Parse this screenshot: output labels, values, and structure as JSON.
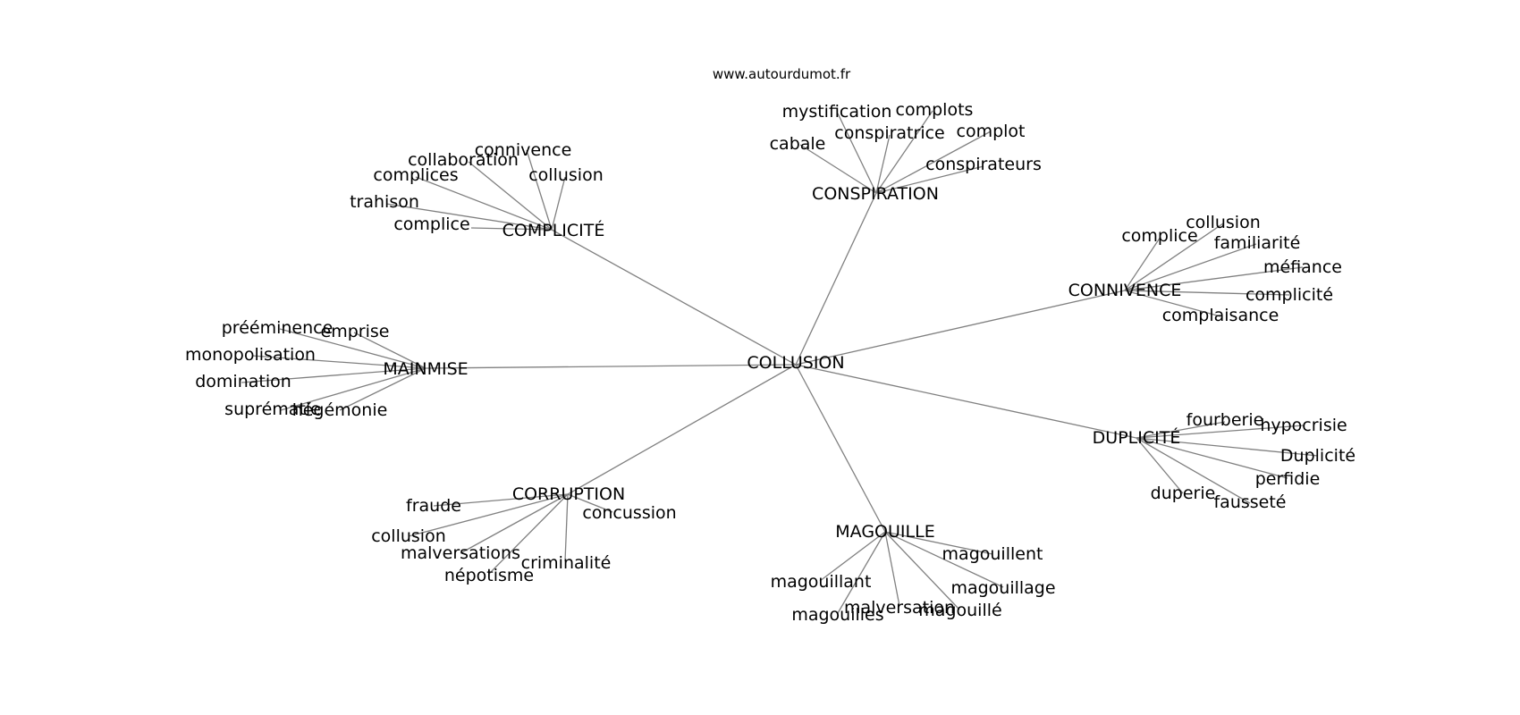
{
  "source": "www.autourdumot.fr",
  "center": "COLLUSION",
  "groups": [
    {
      "hub": "COMPLICITÉ",
      "words": [
        "connivence",
        "collaboration",
        "complices",
        "collusion",
        "trahison",
        "complice"
      ]
    },
    {
      "hub": "CONSPIRATION",
      "words": [
        "mystification",
        "complots",
        "conspiratrice",
        "complot",
        "cabale",
        "conspirateurs"
      ]
    },
    {
      "hub": "CONNIVENCE",
      "words": [
        "collusion",
        "complice",
        "familiarité",
        "méfiance",
        "complicité",
        "complaisance"
      ]
    },
    {
      "hub": "MAINMISE",
      "words": [
        "prééminence",
        "emprise",
        "monopolisation",
        "domination",
        "suprématie",
        "hégémonie"
      ]
    },
    {
      "hub": "DUPLICITÉ",
      "words": [
        "fourberie",
        "hypocrisie",
        "Duplicité",
        "perfidie",
        "duperie",
        "fausseté"
      ]
    },
    {
      "hub": "CORRUPTION",
      "words": [
        "fraude",
        "concussion",
        "collusion",
        "malversations",
        "criminalité",
        "népotisme"
      ]
    },
    {
      "hub": "MAGOUILLE",
      "words": [
        "magouillent",
        "magouillant",
        "magouillage",
        "malversation",
        "magouillé",
        "magouilles"
      ]
    }
  ]
}
